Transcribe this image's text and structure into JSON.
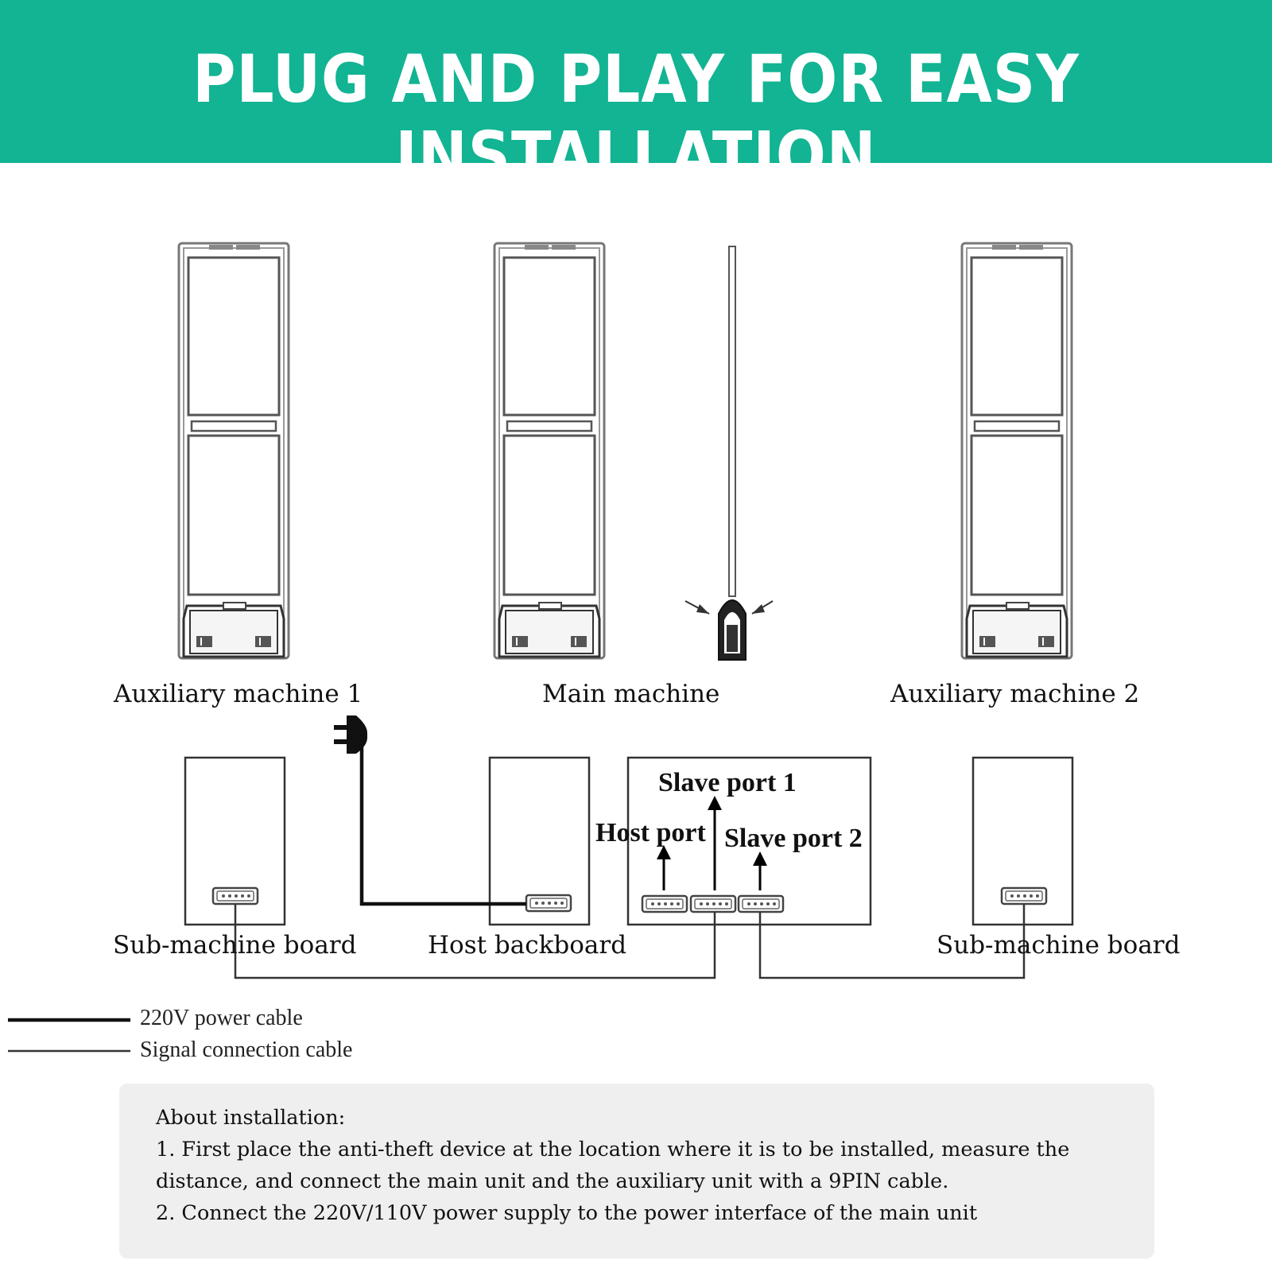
{
  "header": {
    "title": "PLUG AND PLAY FOR EASY INSTALLATION"
  },
  "machines": {
    "aux1": "Auxiliary machine 1",
    "main": "Main machine",
    "aux2": "Auxiliary machine 2"
  },
  "boards": {
    "sub_left": "Sub-machine board",
    "host": "Host backboard",
    "sub_right": "Sub-machine board"
  },
  "ports": {
    "host": "Host port",
    "slave1": "Slave port 1",
    "slave2": "Slave port 2"
  },
  "legend": {
    "power": "220V power cable",
    "signal": "Signal connection cable"
  },
  "info": {
    "heading": "About installation:",
    "line1": "1. First place the anti-theft device at the location where it is to be installed, measure the",
    "line2": "distance, and connect the main unit and the auxiliary unit with a 9PIN cable.",
    "line3": "2. Connect the 220V/110V power supply to the power interface of the main unit"
  },
  "colors": {
    "banner": "#12b493",
    "panel": "#efefef"
  }
}
